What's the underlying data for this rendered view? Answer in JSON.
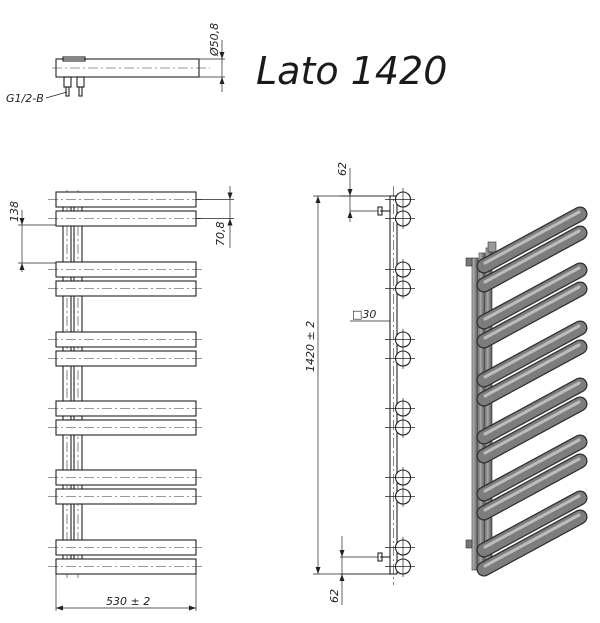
{
  "title": "Lato 1420",
  "dimensions": {
    "connection": "G1/2-B",
    "tube_diameter": "Ø50,8",
    "bar_spacing": "138",
    "pair_spacing": "70,8",
    "top_offset": "62",
    "bottom_offset": "62",
    "collector_section": "□30",
    "height": "1420 ± 2",
    "width": "530 ± 2"
  },
  "colors": {
    "line": "#222222",
    "tube_fill": "#ffffff",
    "render_tube": "#7d7d7d",
    "background": "#ffffff"
  }
}
